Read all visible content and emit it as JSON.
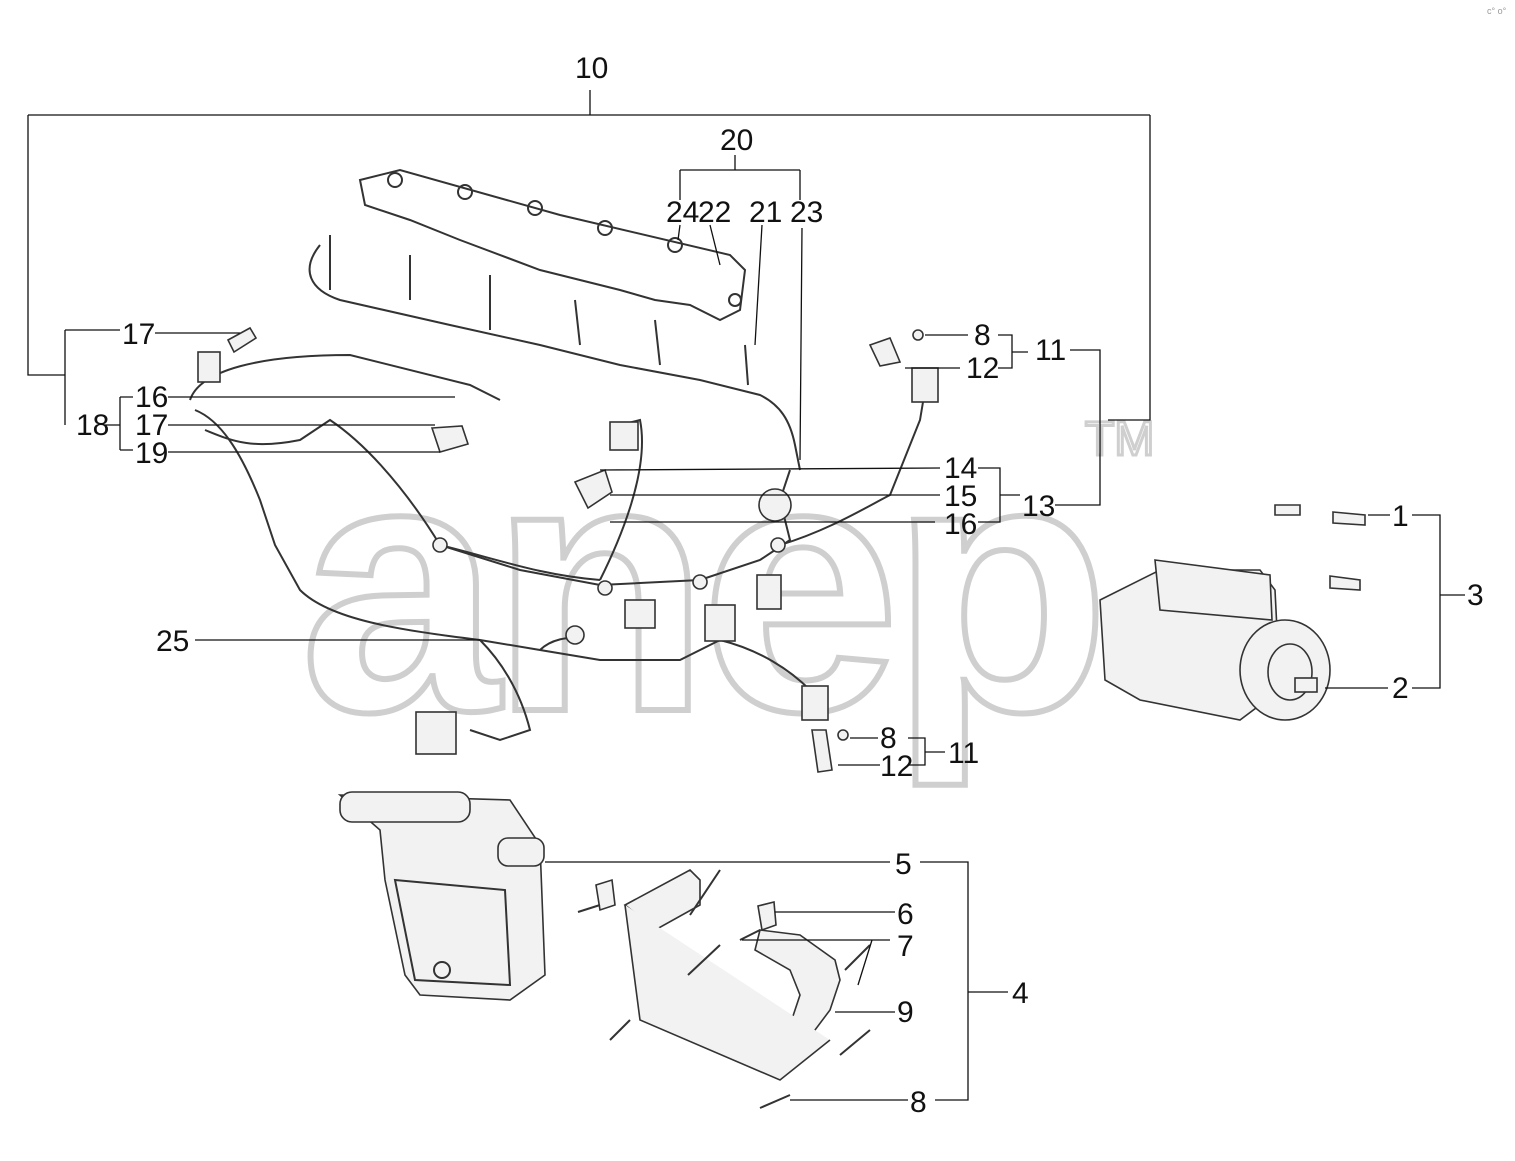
{
  "watermark": {
    "text": "anep",
    "tm": "TM"
  },
  "corner_mark": "c° o°",
  "callouts": {
    "c10": "10",
    "c20": "20",
    "c24": "24",
    "c22": "22",
    "c21": "21",
    "c23": "23",
    "c17a": "17",
    "c16a": "16",
    "c17b": "17",
    "c18": "18",
    "c19": "19",
    "c8a": "8",
    "c12a": "12",
    "c11a": "11",
    "c14": "14",
    "c15": "15",
    "c16b": "16",
    "c13": "13",
    "c1": "1",
    "c3": "3",
    "c2": "2",
    "c25": "25",
    "c8b": "8",
    "c12b": "12",
    "c11b": "11",
    "c5": "5",
    "c6": "6",
    "c7": "7",
    "c4": "4",
    "c9": "9",
    "c8c": "8"
  }
}
